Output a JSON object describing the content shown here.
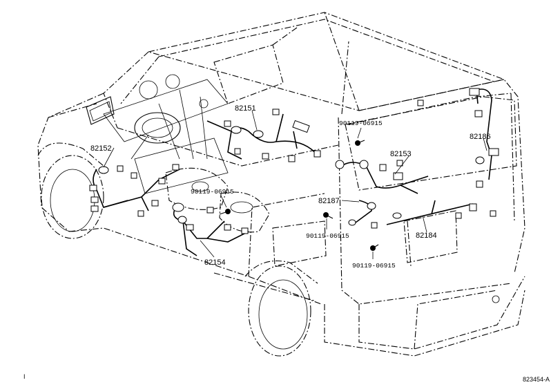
{
  "diagram": {
    "part_labels": {
      "p82151": "82151",
      "p82152": "82152",
      "p82153": "82153",
      "p82154": "82154",
      "p82184": "82184",
      "p82186": "82186",
      "p82187": "82187"
    },
    "bolt_labels": {
      "b1": "90119-06915",
      "b2": "90119-06915",
      "b3": "90119-06915",
      "b4": "90119-06915"
    },
    "footer": {
      "figure_id": "823454-A",
      "corner_mark": "I"
    }
  }
}
